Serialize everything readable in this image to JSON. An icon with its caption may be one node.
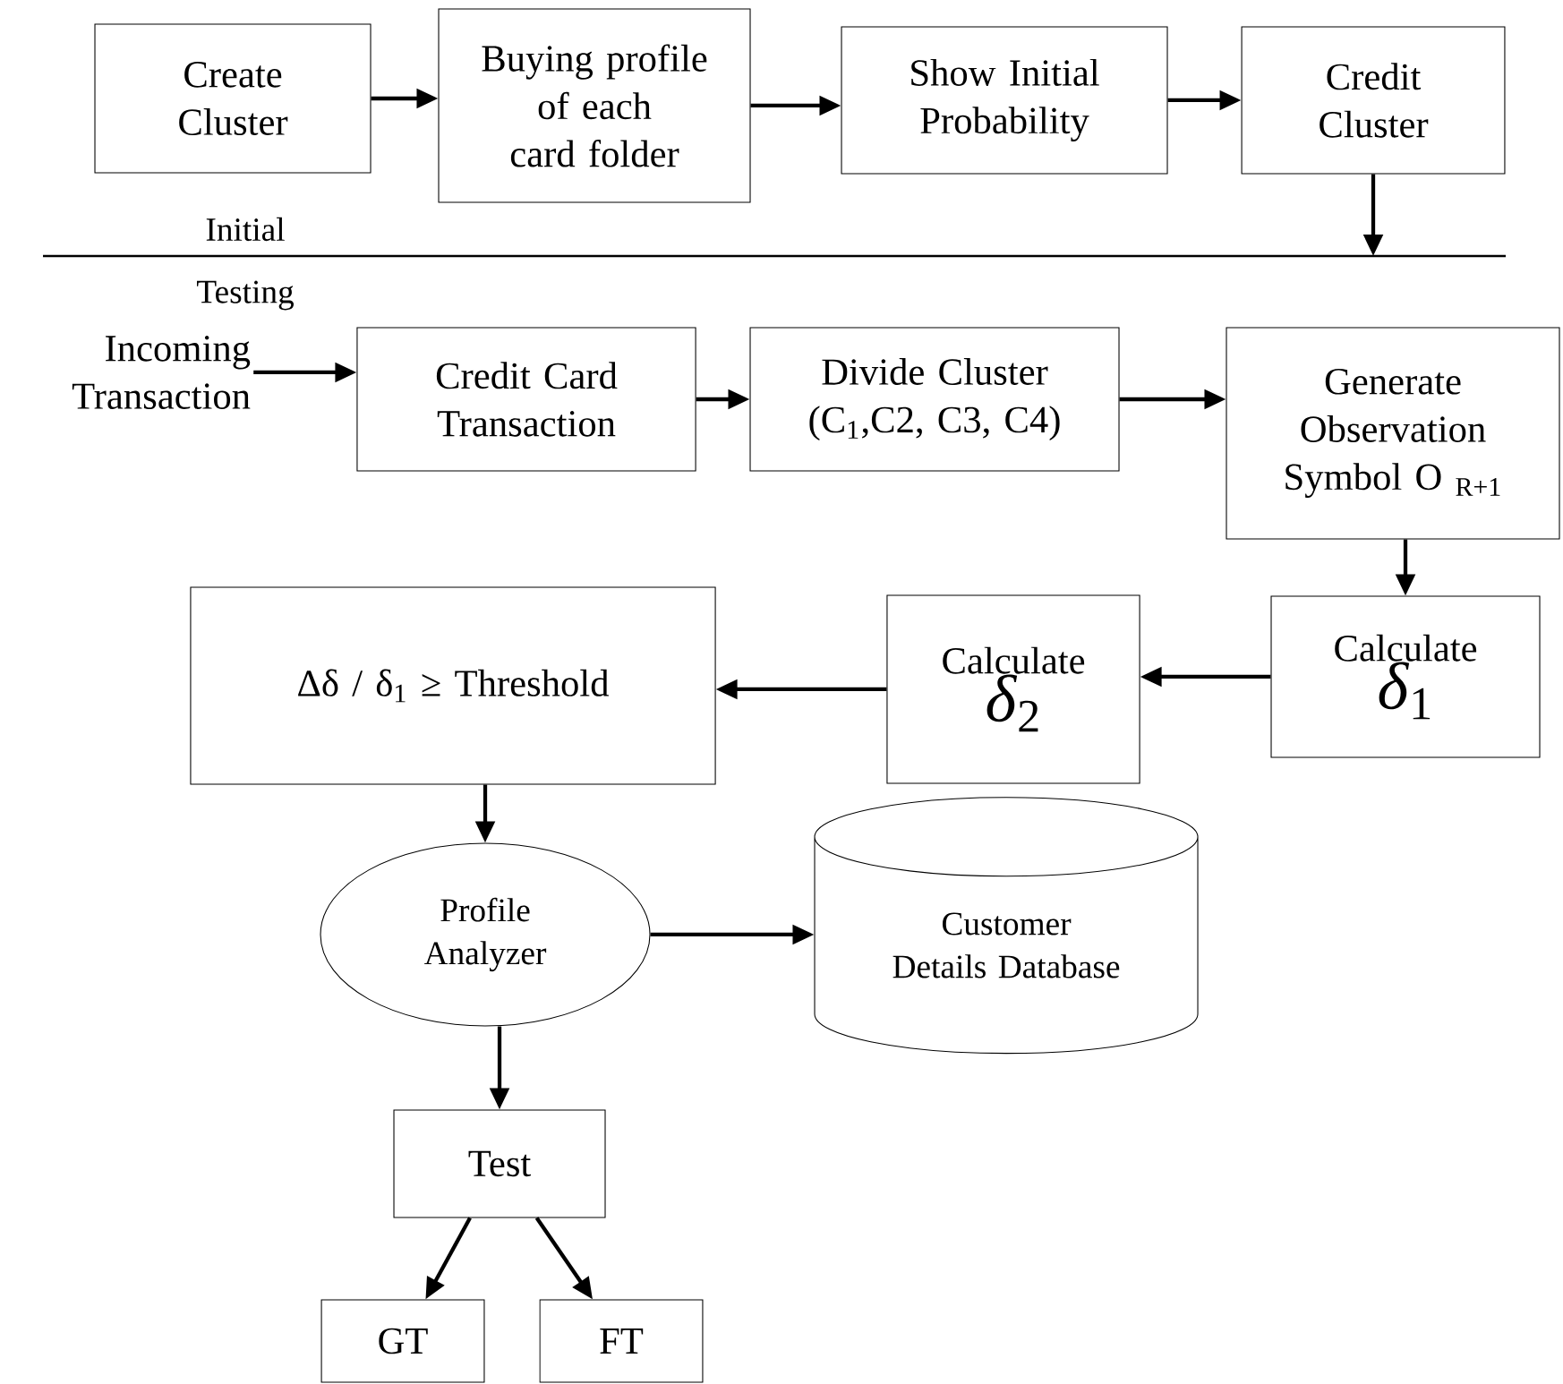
{
  "diagram": {
    "nodes": [
      {
        "text": [
          "Create Cluster"
        ]
      },
      {
        "text": [
          "Buying profile of each card folder"
        ]
      },
      {
        "text": [
          "Show Initial Probability"
        ]
      },
      {
        "text": [
          "Credit Cluster"
        ]
      },
      {
        "text": [
          "Incoming Transaction"
        ]
      },
      {
        "text": [
          "Credit Card Transaction"
        ]
      },
      {
        "text": [
          "Divide Cluster (C$_{1}$,C2, C3, C4)"
        ]
      },
      {
        "text": [
          "Generate Observation Symbol O $_{R+1}$"
        ]
      },
      {
        "text": [
          "Calculate",
          "*δ*$_{1}$"
        ]
      },
      {
        "text": [
          "Calculate",
          "*δ*$_{2}$"
        ]
      },
      {
        "text": [
          "Δδ / δ$_{1}$ ≥ Threshold"
        ]
      },
      {
        "text": [
          "Profile Analyzer"
        ]
      },
      {
        "text": [
          "Customer Details Database"
        ]
      },
      {
        "text": [
          "Test"
        ]
      },
      {
        "text": [
          "GT"
        ]
      },
      {
        "text": [
          "FT"
        ]
      }
    ],
    "edges": [
      {
        "from": 0,
        "to": 1,
        "arrow": "to"
      },
      {
        "from": 1,
        "to": 2,
        "arrow": "to"
      },
      {
        "from": 2,
        "to": 3,
        "arrow": "to"
      },
      {
        "from": 3,
        "to": null,
        "arrow": "to"
      },
      {
        "from": 4,
        "to": 5,
        "arrow": "to"
      },
      {
        "from": 5,
        "to": 6,
        "arrow": "to"
      },
      {
        "from": 6,
        "to": 7,
        "arrow": "to"
      },
      {
        "from": 7,
        "to": 8,
        "arrow": "to"
      },
      {
        "from": 8,
        "to": 9,
        "arrow": "to"
      },
      {
        "from": 9,
        "to": 10,
        "arrow": "to"
      },
      {
        "from": 10,
        "to": 11,
        "arrow": "to"
      },
      {
        "from": 11,
        "to": 12,
        "arrow": "to"
      },
      {
        "from": 11,
        "to": 13,
        "arrow": "to"
      },
      {
        "from": 13,
        "to": 14,
        "arrow": "to"
      },
      {
        "from": 13,
        "to": 15,
        "arrow": "to"
      }
    ],
    "labels": [
      "Initial",
      "Testing"
    ]
  }
}
